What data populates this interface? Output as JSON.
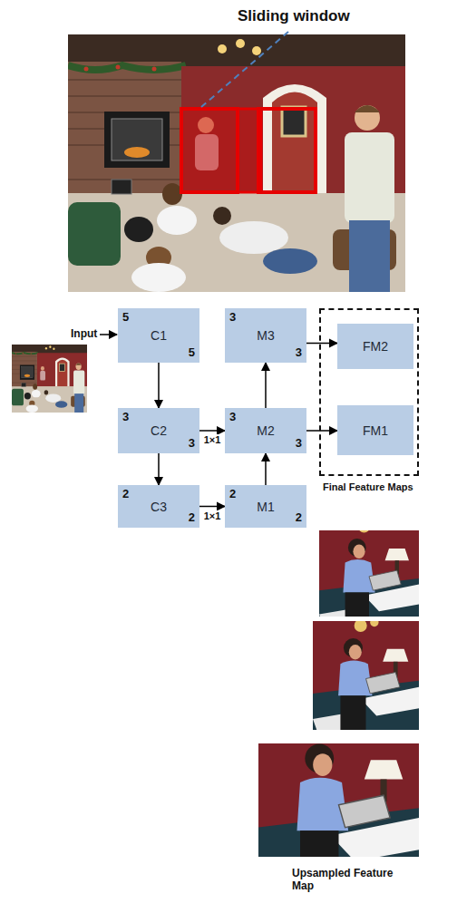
{
  "diagram": {
    "title": "Sliding window",
    "nodes": [
      {
        "text": [
          "5",
          "C1",
          "5"
        ]
      },
      {
        "text": [
          "3",
          "C2",
          "3"
        ]
      },
      {
        "text": [
          "2",
          "C3",
          "2"
        ]
      },
      {
        "text": [
          "2",
          "M1",
          "2"
        ]
      },
      {
        "text": [
          "3",
          "M2",
          "3"
        ]
      },
      {
        "text": [
          "3",
          "M3",
          "3"
        ]
      },
      {
        "text": [
          "Final Feature Maps"
        ]
      },
      {
        "text": [
          "FM2"
        ],
        "in": 6
      },
      {
        "text": [
          "FM1"
        ],
        "in": 6
      }
    ],
    "edges": [
      {
        "from": 0,
        "to": 1,
        "arrow": "to"
      },
      {
        "from": 1,
        "to": 2,
        "arrow": "to"
      },
      {
        "from": 1,
        "to": 4,
        "label": "1×1",
        "arrow": "to"
      },
      {
        "from": 2,
        "to": 3,
        "label": "1×1",
        "arrow": "to"
      },
      {
        "from": 3,
        "to": 4,
        "arrow": "to"
      },
      {
        "from": 4,
        "to": 5,
        "arrow": "to"
      },
      {
        "from": 5,
        "to": 7,
        "arrow": "to"
      },
      {
        "from": 4,
        "to": 8,
        "arrow": "to"
      }
    ],
    "labels": [
      "Input",
      "Upsampled Feature Map"
    ]
  }
}
